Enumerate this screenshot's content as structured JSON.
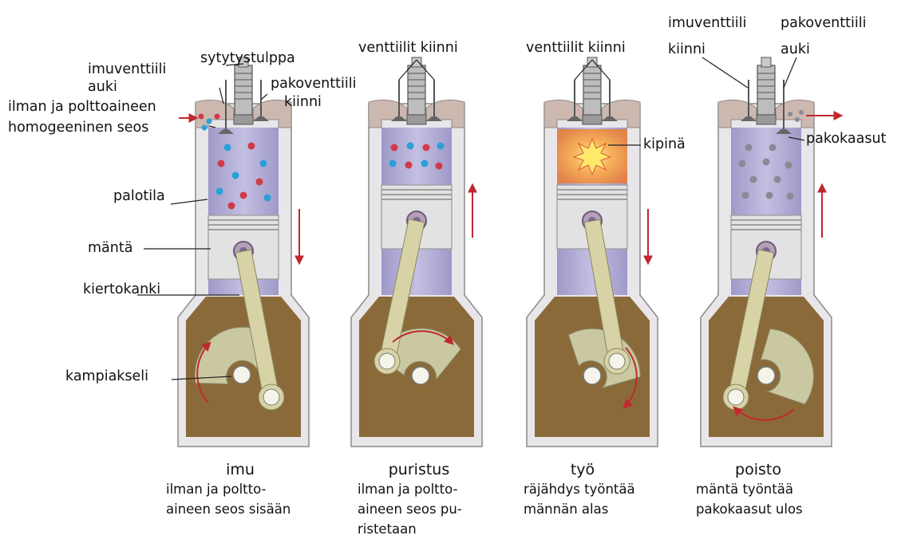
{
  "labels": {
    "sytytystulppa": "sytytystulppa",
    "imu_valve_l1": "imuventtiili",
    "imu_valve_l2": "auki",
    "pako_closed_l1": "pakoventtiili",
    "pako_closed_l2": "kiinni",
    "mixture_l1": "ilman ja polttoaineen",
    "mixture_l2": "homogeeninen seos",
    "palotila": "palotila",
    "mantta": "mäntä",
    "kiertokanki": "kiertokanki",
    "kampiakseli": "kampiakseli",
    "venttiilit_kiinni_1": "venttiilit kiinni",
    "venttiilit_kiinni_2": "venttiilit kiinni",
    "kipina": "kipinä",
    "imu_closed_l1": "imuventtiili",
    "imu_closed_l2": "kiinni",
    "pako_open_l1": "pakoventtiili",
    "pako_open_l2": "auki",
    "pakokaasut": "pakokaasut"
  },
  "strokes": [
    {
      "title": "imu",
      "desc": "ilman ja poltto-\naineen seos sisään"
    },
    {
      "title": "puristus",
      "desc": "ilman ja poltto-\naineen seos pu-\nristetaan"
    },
    {
      "title": "työ",
      "desc": "räjähdys työntää\nmännän alas"
    },
    {
      "title": "poisto",
      "desc": "mäntä työntää\npakokaasut ulos"
    }
  ],
  "colors": {
    "block_fill": "#e8e6e8",
    "block_stroke": "#8a8a8a",
    "crankcase_oil": "#8b6a3a",
    "cylinder_lavender": "#b5b0d8",
    "piston": "#e2e2e2",
    "rod": "#d8d3a6",
    "crank_web": "#c9c8a0",
    "arrow_red": "#c0282e",
    "fuel_red": "#d23a48",
    "fuel_blue": "#2aa0d8",
    "explosion_orange": "#f0a050",
    "exhaust_gray": "#8a8a96"
  }
}
